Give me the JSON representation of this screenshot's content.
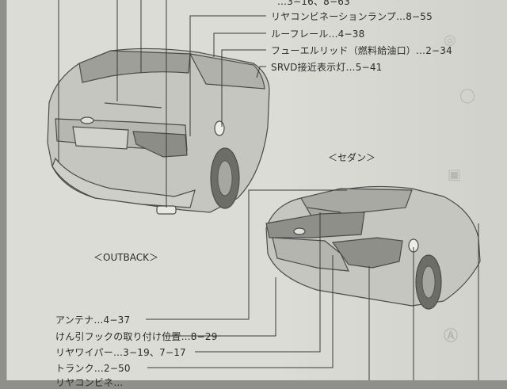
{
  "labels_top": [
    "…3−16、8−63",
    "リヤコンビネーションランプ…8−55",
    "ルーフレール…4−38",
    "フューエルリッド（燃料給油口）…2−34",
    "SRVD接近表示灯…5−41"
  ],
  "captions": {
    "sedan": "＜セダン＞",
    "outback": "＜OUTBACK＞"
  },
  "labels_bottom": [
    "アンテナ…4−37",
    "けん引フックの取り付け位置…8−29",
    "リヤワイパー…3−19、7−17",
    "トランク…2−50",
    "リヤコンビネ…"
  ]
}
